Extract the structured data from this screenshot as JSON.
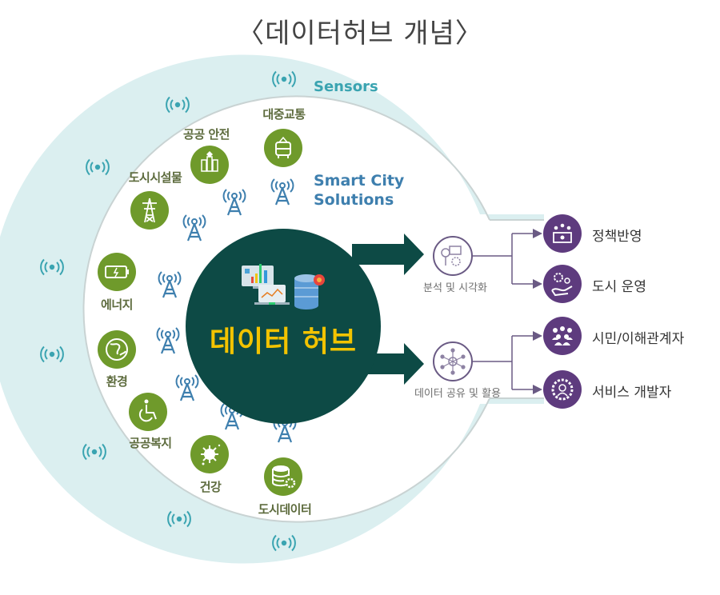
{
  "title": "〈데이터허브 개념〉",
  "ring": {
    "sensors_label": "Sensors",
    "solutions_label_line1": "Smart City",
    "solutions_label_line2": "Solutions"
  },
  "hub": {
    "label": "데이터 허브",
    "icons": [
      "dashboard-monitor-icon",
      "database-gear-icon"
    ]
  },
  "domains": [
    {
      "label": "대중교통",
      "icon": "tram-icon"
    },
    {
      "label": "공공 안전",
      "icon": "safety-building-icon"
    },
    {
      "label": "도시시설물",
      "icon": "power-tower-icon"
    },
    {
      "label": "에너지",
      "icon": "battery-icon"
    },
    {
      "label": "환경",
      "icon": "globe-icon"
    },
    {
      "label": "공공복지",
      "icon": "wheelchair-icon"
    },
    {
      "label": "건강",
      "icon": "virus-icon"
    },
    {
      "label": "도시데이터",
      "icon": "database-gear-icon"
    }
  ],
  "processes": [
    {
      "label": "분석 및 시각화",
      "icon": "analytics-icon"
    },
    {
      "label": "데이터 공유 및 활용",
      "icon": "network-share-icon"
    }
  ],
  "outcomes": [
    {
      "label": "정책반영",
      "icon": "policy-basket-icon"
    },
    {
      "label": "도시 운영",
      "icon": "gear-hand-icon"
    },
    {
      "label": "시민/이해관계자",
      "icon": "people-group-icon"
    },
    {
      "label": "서비스 개발자",
      "icon": "developer-gear-icon"
    }
  ],
  "colors": {
    "ring": "#dbeff0",
    "ring_edge": "#c9d3d3",
    "hub": "#0d4a45",
    "hub_text": "#f2c300",
    "domain_green": "#6f9a2b",
    "sensor_teal": "#3aa4b1",
    "tower_blue": "#3e7fae",
    "outcome_purple": "#5e3b7e",
    "process_stroke": "#6a5a84"
  }
}
